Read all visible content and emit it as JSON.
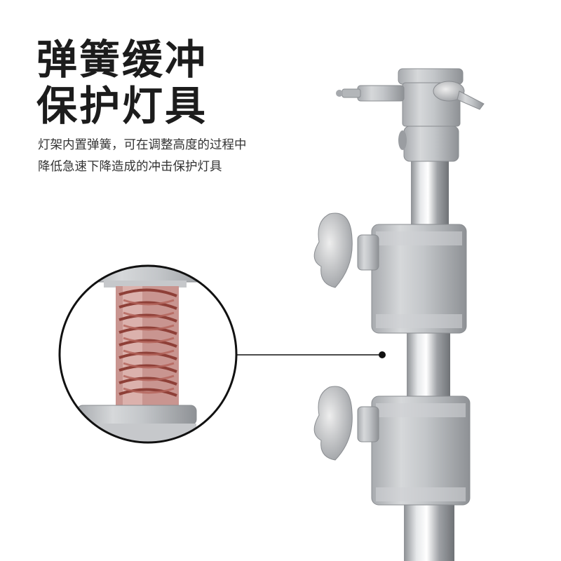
{
  "headline": {
    "line1": "弹簧缓冲",
    "line2": "保护灯具"
  },
  "description": {
    "line1": "灯架内置弹簧，可在调整高度的过程中",
    "line2": "降低急速下降造成的冲击保护灯具"
  },
  "colors": {
    "background": "#ffffff",
    "headline": "#1c1c1c",
    "body_text": "#333333",
    "metal": "#b9bcbf",
    "spring": "#a8584f",
    "callout_line": "#111111"
  },
  "icons": [
    "light-stand-illustration",
    "spring-zoom-icon"
  ]
}
